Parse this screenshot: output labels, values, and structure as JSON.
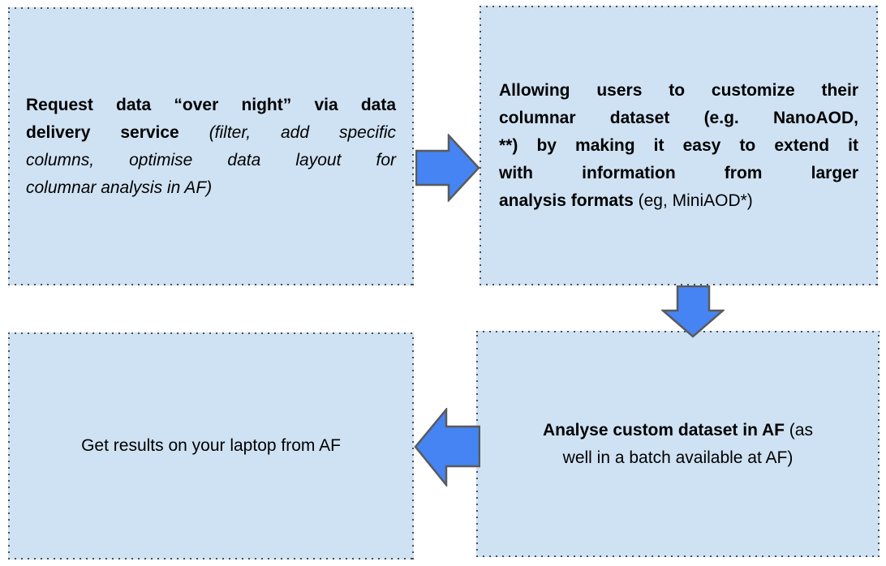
{
  "diagram": {
    "colors": {
      "box_fill": "#cfe2f3",
      "box_border": "#4d4d4d",
      "arrow_fill": "#4584f2",
      "arrow_stroke": "#5a5a5a",
      "text_color": "#000000"
    },
    "boxes": [
      {
        "name": "request-data-box",
        "align": "justify",
        "lines": [
          {
            "segments": [
              {
                "text": "Request data “over night” via data",
                "style": "bold"
              }
            ]
          },
          {
            "segments": [
              {
                "text": "delivery service ",
                "style": "bold"
              },
              {
                "text": "(filter, add specific",
                "style": "italic"
              }
            ]
          },
          {
            "segments": [
              {
                "text": "columns, optimise data layout for",
                "style": "italic"
              }
            ]
          },
          {
            "segments": [
              {
                "text": "columnar analysis in AF)",
                "style": "italic"
              }
            ]
          }
        ]
      },
      {
        "name": "customize-dataset-box",
        "align": "justify",
        "lines": [
          {
            "segments": [
              {
                "text": "Allowing users to customize their",
                "style": "bold"
              }
            ]
          },
          {
            "segments": [
              {
                "text": "columnar dataset (e.g. NanoAOD,",
                "style": "bold"
              }
            ]
          },
          {
            "segments": [
              {
                "text": "**) by making it easy to extend it",
                "style": "bold"
              }
            ]
          },
          {
            "segments": [
              {
                "text": "with information from larger",
                "style": "bold"
              }
            ]
          },
          {
            "segments": [
              {
                "text": "analysis formats ",
                "style": "bold"
              },
              {
                "text": "(eg, MiniAOD*)",
                "style": "regular"
              }
            ]
          }
        ]
      },
      {
        "name": "analyse-dataset-box",
        "align": "center",
        "lines": [
          {
            "segments": [
              {
                "text": "Analyse custom dataset in AF",
                "style": "bold"
              },
              {
                "text": " (as",
                "style": "regular"
              }
            ]
          },
          {
            "segments": [
              {
                "text": "well in a batch available at AF)",
                "style": "regular"
              }
            ]
          }
        ]
      },
      {
        "name": "get-results-box",
        "align": "center",
        "lines": [
          {
            "segments": [
              {
                "text": "Get results on your laptop from AF",
                "style": "regular"
              }
            ]
          }
        ]
      }
    ],
    "arrows": [
      {
        "name": "right-arrow",
        "direction": "right",
        "from": "request-data-box",
        "to": "customize-dataset-box"
      },
      {
        "name": "down-arrow",
        "direction": "down",
        "from": "customize-dataset-box",
        "to": "analyse-dataset-box"
      },
      {
        "name": "left-arrow",
        "direction": "left",
        "from": "analyse-dataset-box",
        "to": "get-results-box"
      }
    ]
  }
}
